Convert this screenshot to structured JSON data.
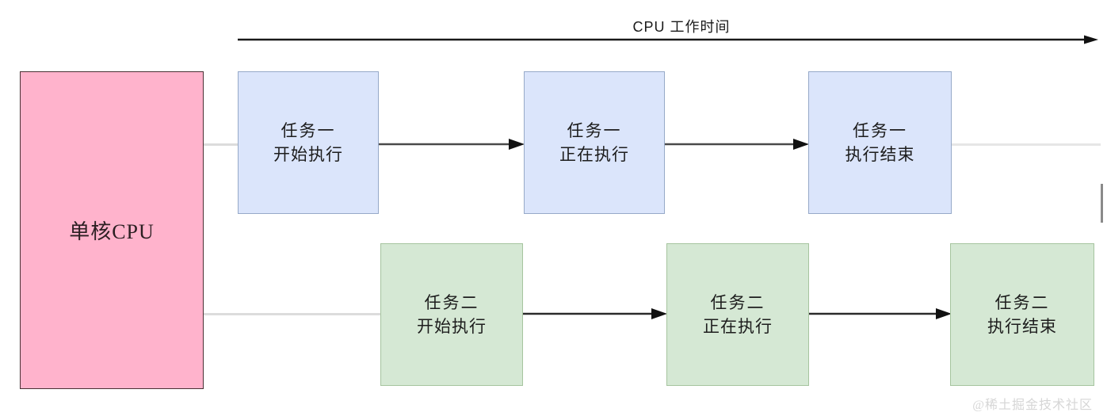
{
  "diagram": {
    "timeline": {
      "label": "CPU  工作时间",
      "axis_color": "#1a1a1a"
    },
    "cpu": {
      "label": "单核CPU",
      "fill": "#ffb3cc",
      "border": "#4a3034"
    },
    "rows": [
      {
        "name": "task-one-row",
        "fill": "#dbe5fb",
        "border": "#96a9c8",
        "boxes": [
          {
            "line1": "任务一",
            "line2": "开始执行"
          },
          {
            "line1": "任务一",
            "line2": "正在执行"
          },
          {
            "line1": "任务一",
            "line2": "执行结束"
          }
        ]
      },
      {
        "name": "task-two-row",
        "fill": "#d5e8d4",
        "border": "#a6c49f",
        "boxes": [
          {
            "line1": "任务二",
            "line2": "开始执行"
          },
          {
            "line1": "任务二",
            "line2": "正在执行"
          },
          {
            "line1": "任务二",
            "line2": "执行结束"
          }
        ]
      }
    ],
    "watermark": "@稀土掘金技术社区"
  }
}
